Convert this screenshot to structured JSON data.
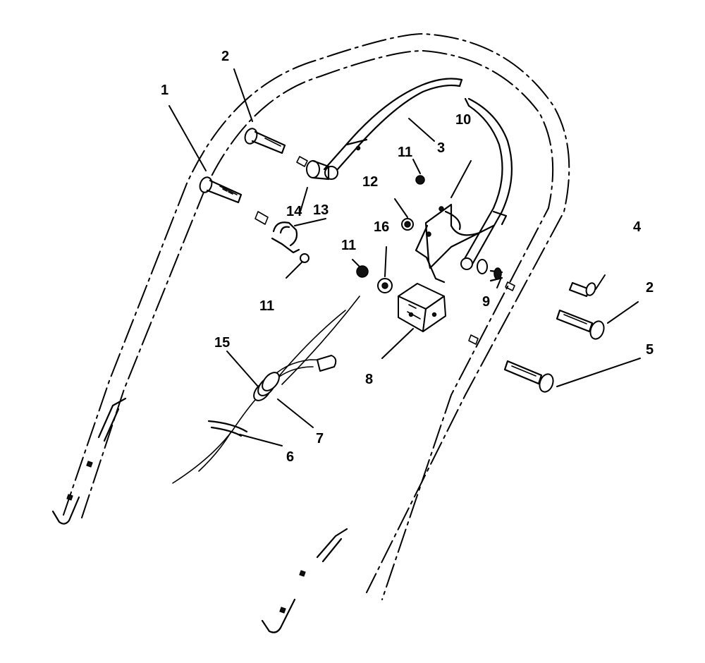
{
  "diagram": {
    "colors": {
      "line": "#000000",
      "background": "#ffffff"
    },
    "callouts": {
      "c1": "1",
      "c2a": "2",
      "c2b": "2",
      "c3": "3",
      "c4": "4",
      "c5": "5",
      "c6": "6",
      "c7": "7",
      "c8": "8",
      "c9": "9",
      "c10": "10",
      "c11a": "11",
      "c11b": "11",
      "c11c": "11",
      "c12": "12",
      "c13": "13",
      "c14": "14",
      "c15": "15",
      "c16": "16"
    }
  }
}
